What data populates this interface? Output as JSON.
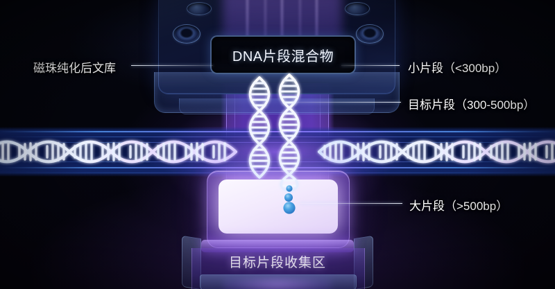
{
  "scene": {
    "title": "DNA片段混合物",
    "accent_purple": "#8c54e4",
    "accent_blue": "#3d9fe0",
    "channel_blue": "#0e1e5c",
    "pad_white": "#fbf8ff"
  },
  "labels": {
    "chip_plate": "DNA片段混合物",
    "collection_zone": "目标片段收集区"
  },
  "callouts": [
    {
      "id": "library",
      "text": "磁珠纯化后文库",
      "position": "left-top"
    },
    {
      "id": "small",
      "text": "小片段（<300bp）",
      "position": "right-top"
    },
    {
      "id": "target",
      "text": "目标片段（300-500bp）",
      "position": "right-middle"
    },
    {
      "id": "large",
      "text": "大片段（>500bp）",
      "position": "right-lower"
    }
  ],
  "fragments": {
    "small_range": "<300bp",
    "target_range": "300-500bp",
    "large_range": ">500bp"
  },
  "icons": {
    "dna_helix": "dna-helix-icon",
    "bead": "bead-dot-icon",
    "port": "chip-port-icon"
  }
}
